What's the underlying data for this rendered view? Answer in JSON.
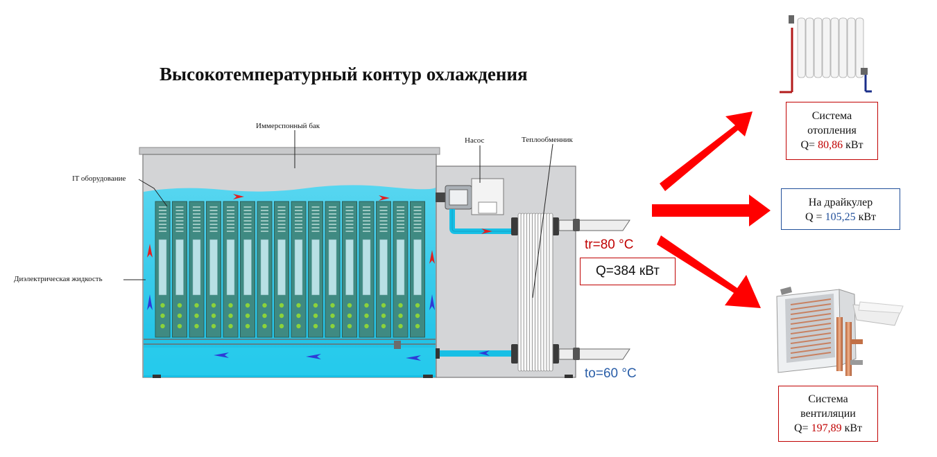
{
  "title": "Высокотемпературный контур охлаждения",
  "labels": {
    "tank": "Иммерспонный бак",
    "it_equipment": "IT оборудование",
    "dielectric": "Диэлектрическая жидкость",
    "pump": "Насос",
    "heat_exchanger": "Теплообменник"
  },
  "temperatures": {
    "supply": "tr=80 °C",
    "return": "to=60 °C"
  },
  "total_power": "Q=384 кВт",
  "outputs": {
    "heating": {
      "line1": "Система",
      "line2": "отопления",
      "q_prefix": "Q= ",
      "q_value": "80,86",
      "q_unit": " кВт"
    },
    "drycooler": {
      "line1": "На драйкулер",
      "q_prefix": "Q = ",
      "q_value": "105,25",
      "q_unit": " кВт"
    },
    "ventilation": {
      "line1": "Система",
      "line2": "вентиляции",
      "q_prefix": "Q= ",
      "q_value": "197,89",
      "q_unit": " кВт"
    }
  },
  "colors": {
    "arrow_red": "#ff0000",
    "liquid": "#1ec8ea",
    "tank_gray": "#d3d4d6",
    "server_green": "#3c7f77",
    "box_border_red": "#c00000",
    "box_border_blue": "#1f4e99"
  }
}
